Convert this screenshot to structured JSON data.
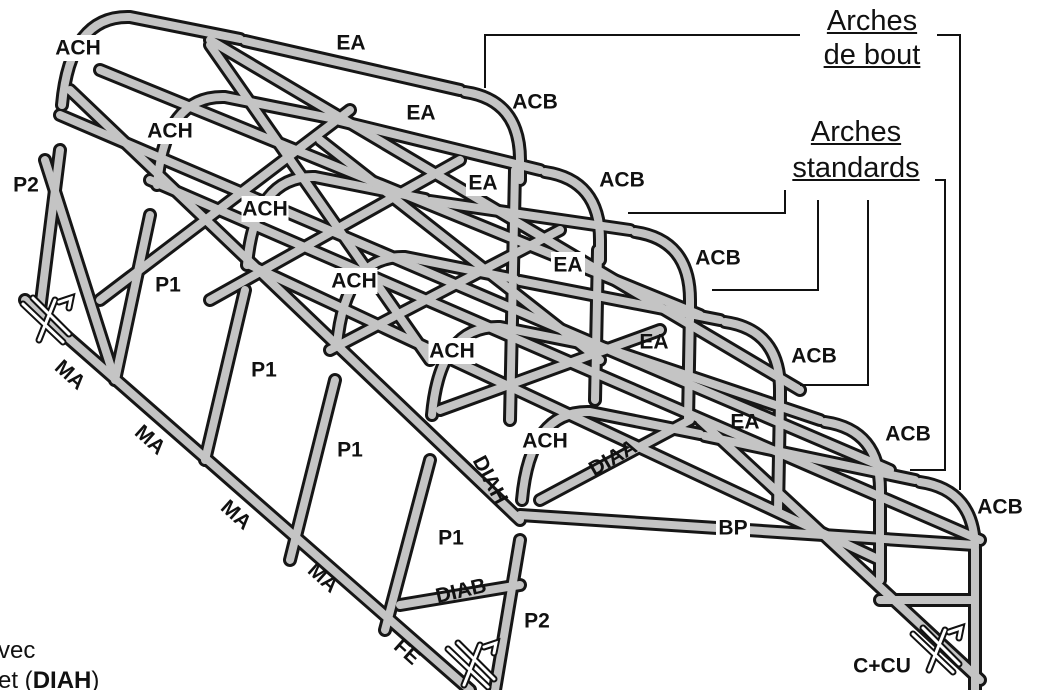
{
  "legend": {
    "arches_de_bout": [
      "Arches",
      "de bout"
    ],
    "arches_standards": [
      "Arches",
      "standards"
    ]
  },
  "labels": {
    "ach": "ACH",
    "acb": "ACB",
    "ea": "EA",
    "p1": "P1",
    "p2": "P2",
    "ma": "MA",
    "diah": "DIAH",
    "diaa": "DIAA",
    "diab": "DIAB",
    "bp": "BP",
    "fe": "FE",
    "ccu": "C+CU"
  },
  "caption": {
    "line1": "vec",
    "line2_prefix": "et (",
    "line2_bold": "DIAH",
    "line2_suffix": ")"
  },
  "colors": {
    "tube_fill": "#c4c4c4",
    "tube_outline": "#161616",
    "text": "#111111"
  },
  "icons": [
    "connector-clamp-icon",
    "connector-clamp-icon",
    "connector-clamp-icon"
  ]
}
